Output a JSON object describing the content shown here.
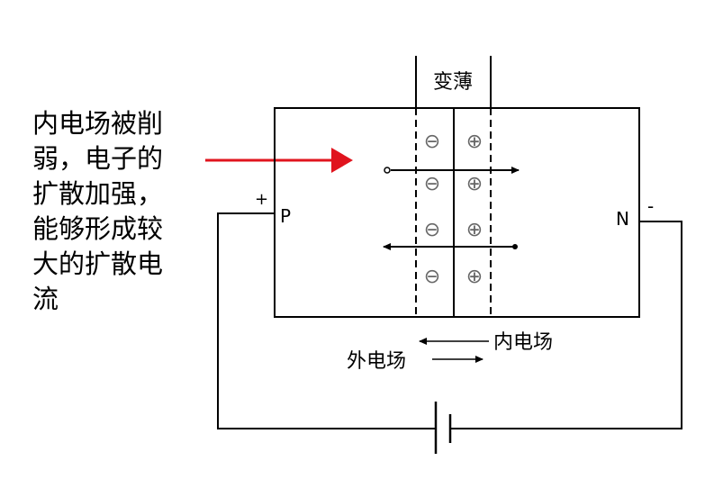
{
  "annotation_lines": [
    "内电场被削",
    "弱，电子的",
    "扩散加强，",
    "能够形成较",
    "大的扩散电",
    "流"
  ],
  "labels": {
    "thinning": "变薄",
    "p_side": "P",
    "n_side": "N",
    "plus": "+",
    "minus": "-",
    "inner_field": "内电场",
    "outer_field": "外电场"
  },
  "ions": {
    "negative": "⊖",
    "positive": "⊕"
  },
  "colors": {
    "arrow_red": "#e0141e",
    "line": "#000000",
    "ion": "#888888"
  }
}
